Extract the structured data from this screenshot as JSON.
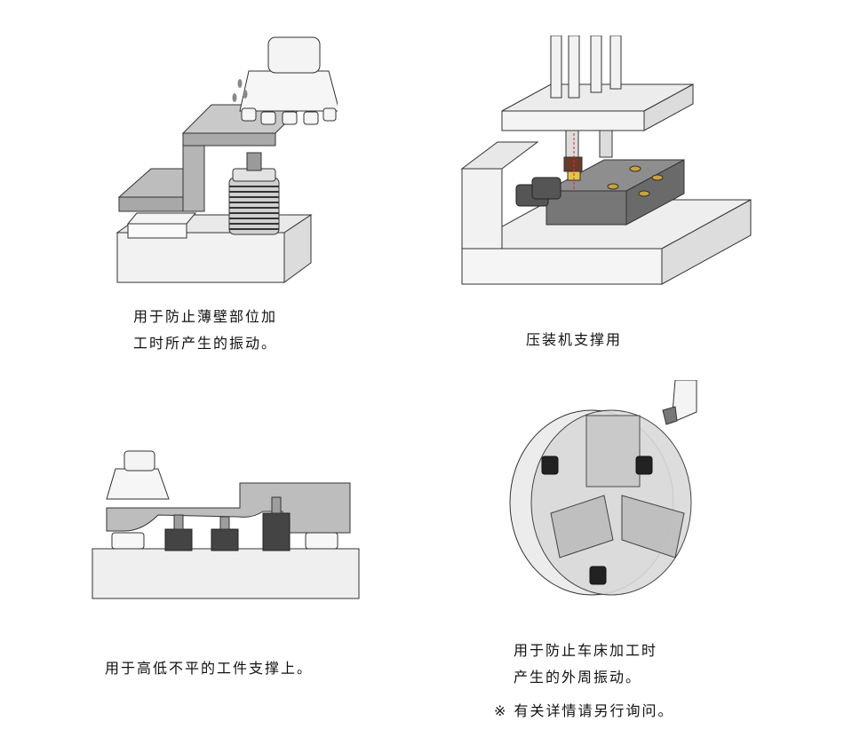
{
  "panels": [
    {
      "id": "thin-wall",
      "caption_lines": [
        "用于防止薄壁部位加",
        "工时所产生的振动。"
      ]
    },
    {
      "id": "press-support",
      "caption_lines": [
        "压装机支撑用"
      ]
    },
    {
      "id": "uneven-workpiece",
      "caption_lines": [
        "用于高低不平的工件支撑上。"
      ]
    },
    {
      "id": "lathe-chuck",
      "caption_lines": [
        "用于防止车床加工时",
        "产生的外周振动。"
      ]
    }
  ],
  "footnote": "※ 有关详情请另行询问。",
  "colors": {
    "metal": "#c9c9c9",
    "metal_dark": "#a9a9a9",
    "base": "#efefef",
    "outline": "#333333"
  }
}
